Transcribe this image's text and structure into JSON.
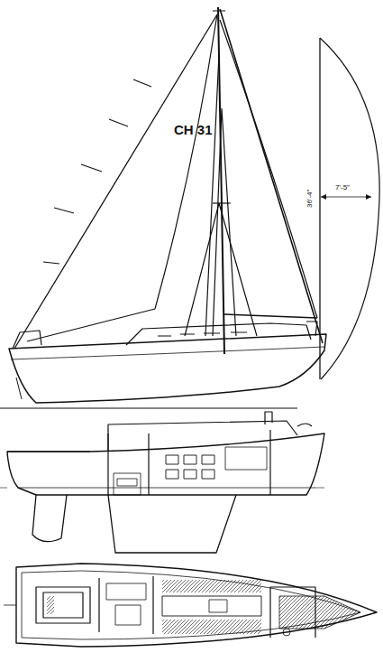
{
  "diagram": {
    "labels": [
      "CH 31",
      "7'-5\"",
      "36'-4\""
    ]
  }
}
